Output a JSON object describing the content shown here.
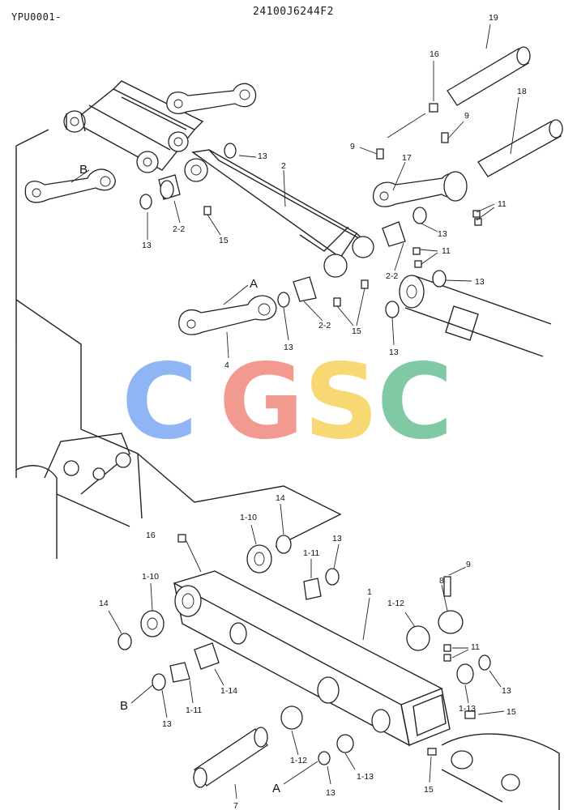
{
  "header": {
    "left_code": "YPU0001-",
    "center_code": "24100J6244F2"
  },
  "watermark": {
    "letters": [
      {
        "char": "C",
        "color": "#8fb5f5"
      },
      {
        "char": "G",
        "color": "#f39a90"
      },
      {
        "char": "S",
        "color": "#f7d873"
      },
      {
        "char": "C",
        "color": "#7fcaa5"
      }
    ]
  },
  "callouts": {
    "l19": "19",
    "l16a": "16",
    "l18": "18",
    "l9a": "9",
    "l9b": "9",
    "l17": "17",
    "l13a": "13",
    "l2": "2",
    "l11a": "11",
    "l11b": "11",
    "lB1": "B",
    "l13b": "13",
    "l22a": "2-2",
    "l15a": "15",
    "l13c": "13",
    "l22b": "2-2",
    "l13d": "13",
    "lA1": "A",
    "l22c": "2-2",
    "l15b": "15",
    "l13e": "13",
    "l13f": "13",
    "l4": "4",
    "l110a": "1-10",
    "l14a": "14",
    "l16b": "16",
    "l13g": "13",
    "l111a": "1-11",
    "l9c": "9",
    "l110b": "1-10",
    "l1": "1",
    "l8": "8",
    "l14b": "14",
    "l112a": "1-12",
    "l11c": "11",
    "l13h": "13",
    "l111b": "1-11",
    "l114": "1-14",
    "lB2": "B",
    "l13i": "13",
    "l113a": "1-13",
    "l15c": "15",
    "l112b": "1-12",
    "l113b": "1-13",
    "l7": "7",
    "lA2": "A",
    "l13j": "13",
    "l15d": "15"
  }
}
